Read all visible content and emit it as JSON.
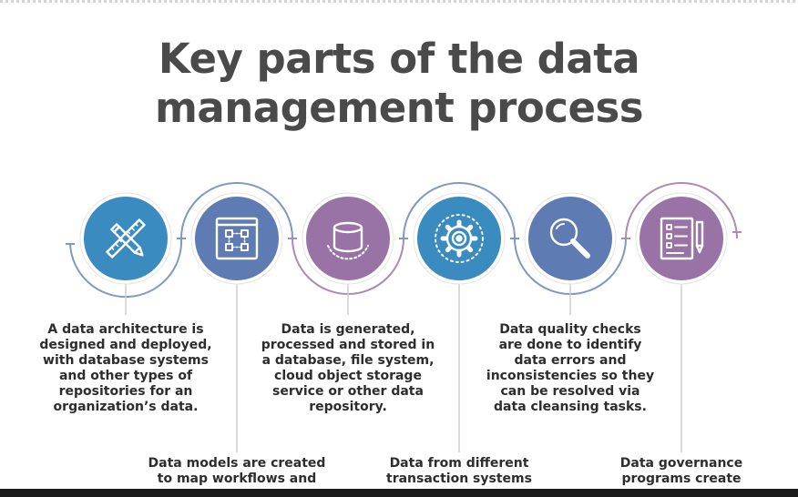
{
  "title": {
    "line1": "Key parts of the data",
    "line2": "management process"
  },
  "colors": {
    "blue": "#3a8bbf",
    "steel_blue": "#5e7bb3",
    "purple": "#9a73a6",
    "arc_blue": "#7f99c4",
    "arc_purple": "#a98db3",
    "connector": "#cfcfcf",
    "title": "#4a4a4a",
    "text": "#2d2d2d"
  },
  "steps": [
    {
      "icon": "pencil-ruler-icon",
      "color": "#3a8bbf",
      "text_lines": [
        "A data architecture is",
        "designed and deployed,",
        "with database systems",
        "and other types of",
        "repositories for an",
        "organization’s data."
      ]
    },
    {
      "icon": "data-model-grid-icon",
      "color": "#5e7bb3",
      "text_lines": [
        "Data models are created",
        "to map workflows and"
      ]
    },
    {
      "icon": "database-cylinder-icon",
      "color": "#9a73a6",
      "text_lines": [
        "Data is generated,",
        "processed and stored in",
        "a database, file system,",
        "cloud object storage",
        "service or other data",
        "repository."
      ]
    },
    {
      "icon": "gear-icon",
      "color": "#3a8bbf",
      "text_lines": [
        "Data from different",
        "transaction systems"
      ]
    },
    {
      "icon": "magnifying-glass-icon",
      "color": "#5e7bb3",
      "text_lines": [
        "Data quality checks",
        "are done to identify",
        "data errors and",
        "inconsistencies so they",
        "can be resolved via",
        "data cleansing tasks."
      ]
    },
    {
      "icon": "checklist-document-icon",
      "color": "#9a73a6",
      "text_lines": [
        "Data governance",
        "programs create"
      ]
    }
  ]
}
